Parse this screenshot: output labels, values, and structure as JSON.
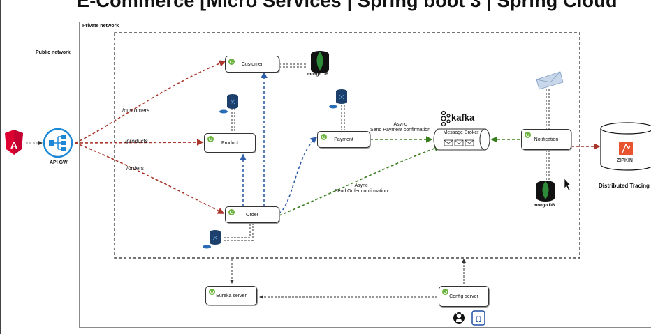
{
  "title": "E-Commerce [Micro Services | Spring boot 3 | Spring Cloud",
  "zones": {
    "private_network": "Private network",
    "public_network": "Public network"
  },
  "gateway": {
    "label": "API GW"
  },
  "routes": {
    "customers": "/customers",
    "products": "/products",
    "orders": "/orders"
  },
  "services": {
    "customer": "Customer",
    "product": "Product",
    "order": "Order",
    "payment": "Payment",
    "notification": "Notification",
    "eureka": "Eureka server",
    "config": "Config server"
  },
  "broker": {
    "name": "kafka",
    "label": "Message Broker"
  },
  "async_payment": {
    "line1": "Async",
    "line2": "Send Payment confirmation"
  },
  "async_order": {
    "line1": "Async",
    "line2": "Send Order confirmation"
  },
  "databases": {
    "mongo": "mongo DB"
  },
  "tracing": {
    "zipkin": "ZIPKIN",
    "label": "Distributed Tracing"
  },
  "colors": {
    "route_arrow": "#a9352b",
    "service_arrow": "#2f5fa8",
    "async_arrow": "#3a7d1e",
    "spring": "#6db33f",
    "angular": "#dd0031",
    "zipkin": "#e8542f",
    "mongo_leaf": "#2e8b3a"
  },
  "icons": [
    "angular-icon",
    "api-gateway-icon",
    "spring-icon",
    "mongodb-icon",
    "docker-db-icon",
    "kafka-icon",
    "email-icon",
    "zipkin-icon",
    "github-icon",
    "json-config-icon",
    "mouse-cursor-icon"
  ]
}
